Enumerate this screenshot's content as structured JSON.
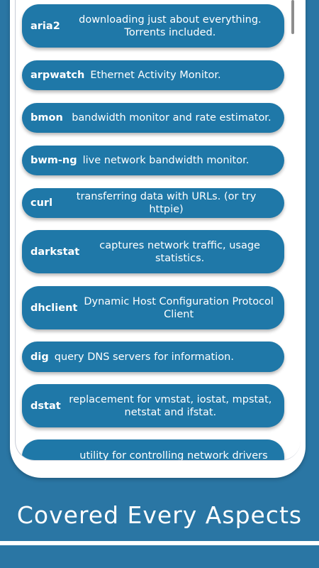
{
  "commands": [
    {
      "name": "aria2",
      "desc": "downloading just about everything. Torrents included."
    },
    {
      "name": "arpwatch",
      "desc": "Ethernet Activity Monitor."
    },
    {
      "name": "bmon",
      "desc": "bandwidth monitor and rate estimator."
    },
    {
      "name": "bwm-ng",
      "desc": "live network bandwidth monitor."
    },
    {
      "name": "curl",
      "desc": "transferring data with URLs. (or try httpie)"
    },
    {
      "name": "darkstat",
      "desc": "captures network traffic, usage statistics."
    },
    {
      "name": "dhclient",
      "desc": "Dynamic Host Configuration Protocol Client"
    },
    {
      "name": "dig",
      "desc": "query DNS servers for information."
    },
    {
      "name": "dstat",
      "desc": "replacement for vmstat, iostat, mpstat, netstat and ifstat."
    },
    {
      "name": "",
      "desc": "utility for controlling network drivers and"
    }
  ],
  "footer": {
    "tagline": "Covered Every Aspects"
  },
  "colors": {
    "background": "#2a76a4",
    "card": "#1f78a8"
  }
}
